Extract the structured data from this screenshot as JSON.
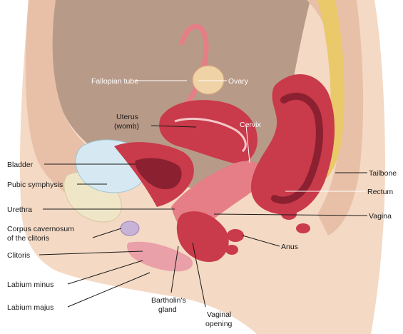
{
  "labels": {
    "fallopian_tube": "Fallopian tube",
    "ovary": "Ovary",
    "uterus_line1": "Uterus",
    "uterus_line2": "(womb)",
    "cervix": "Cervix",
    "bladder": "Bladder",
    "pubic_symphysis": "Pubic symphysis",
    "urethra": "Urethra",
    "corpus_line1": "Corpus cavernosum",
    "corpus_line2": "of the clitoris",
    "clitoris": "Clitoris",
    "labium_minus": "Labium minus",
    "labium_majus": "Labium majus",
    "bartholin_line1": "Bartholin's",
    "bartholin_line2": "gland",
    "vaginal_line1": "Vaginal",
    "vaginal_line2": "opening",
    "anus": "Anus",
    "vagina": "Vagina",
    "rectum": "Rectum",
    "tailbone": "Tailbone"
  },
  "colors": {
    "background": "#ffffff",
    "cavity": "#b89a88",
    "skin": "#f4d9c4",
    "tissue": "#e8c0a8",
    "muscle": "#c93a4a",
    "muscle_light": "#e57e86",
    "bladder": "#d6e9f2",
    "bone": "#efe6c8",
    "spine": "#e9c96a",
    "label_text": "#1a1a1a"
  }
}
